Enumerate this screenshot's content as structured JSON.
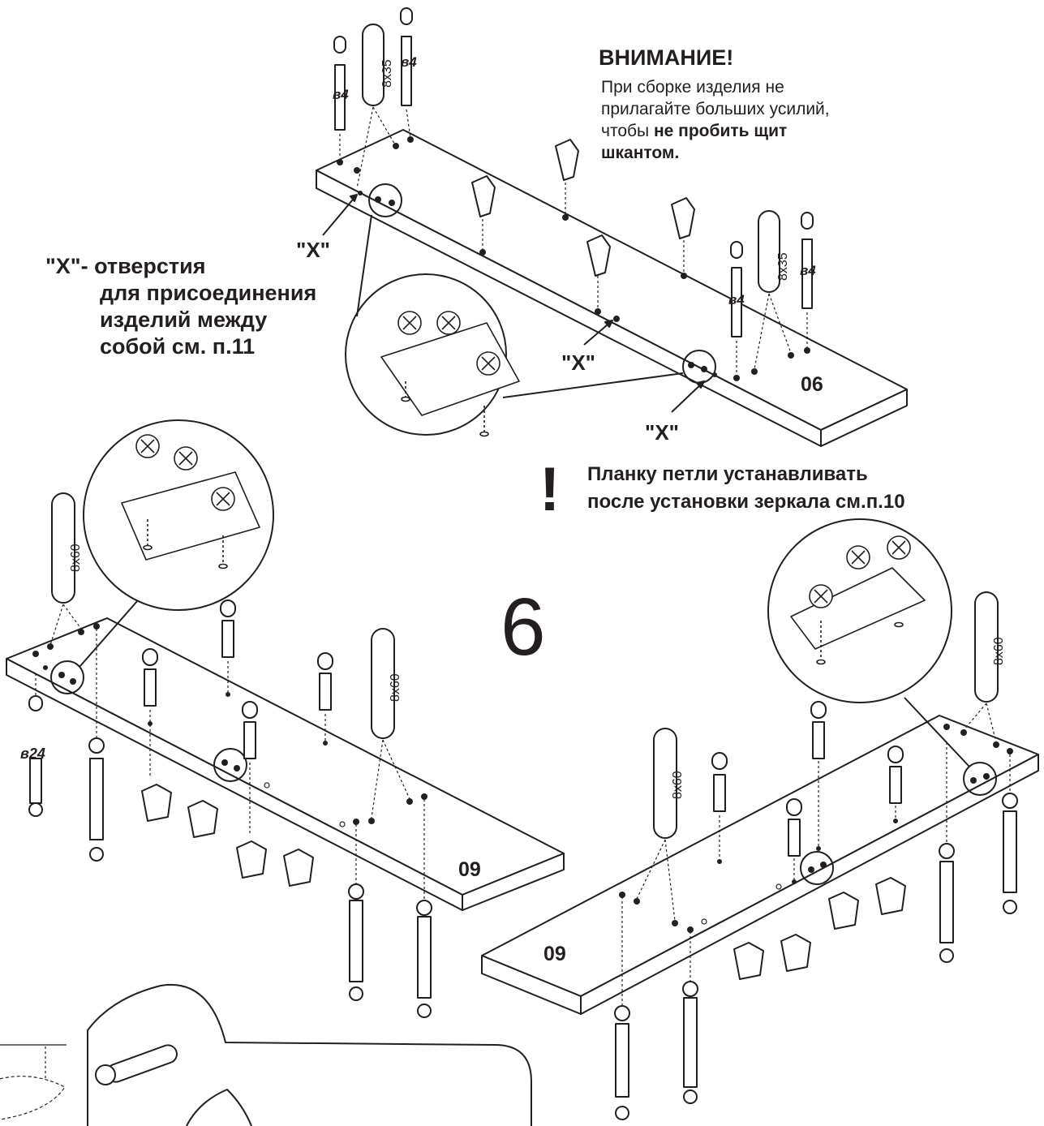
{
  "warning": {
    "title": "ВНИМАНИЕ!",
    "body_prefix": "При сборке изделия не прилагайте больших усилий, чтобы ",
    "body_bold": "не пробить щит шкантом."
  },
  "x_note": {
    "line1": "\"X\"- отверстия",
    "line2": "для присоединения",
    "line3": "изделий между",
    "line4": "собой см. п.11"
  },
  "x_marker": "\"X\"",
  "step_number": "6",
  "plank_note": {
    "mark": "!",
    "line1": "Планку петли устанавливать",
    "line2": "после установки зеркала см.п.10"
  },
  "parts": {
    "top_panel": "06",
    "left_panel": "09",
    "right_panel": "09"
  },
  "fasteners": {
    "dowel_8x35": "8x35",
    "dowel_8x60": "8x60",
    "screw_v4": "в4",
    "cam_v24": "в24"
  },
  "colors": {
    "line": "#231f20",
    "background": "#ffffff"
  }
}
